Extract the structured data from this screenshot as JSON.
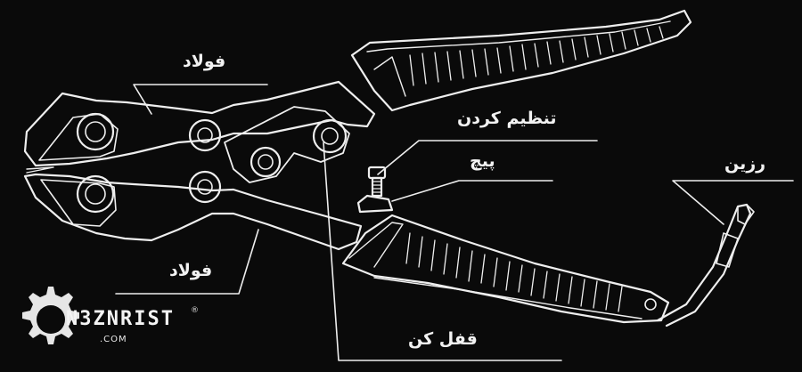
{
  "labels": {
    "top_steel": "فولاد",
    "adjust": "تنظیم کردن",
    "bolt": "پیچ",
    "rubber": "رزین",
    "bottom_steel": "فولاد",
    "lock": "قفل کن"
  },
  "logo": {
    "name": "N3ZNRIST",
    "trademark": "®",
    "domain": ".COM"
  },
  "colors": {
    "background": "#0a0a0a",
    "ink": "#f0f0f0"
  }
}
